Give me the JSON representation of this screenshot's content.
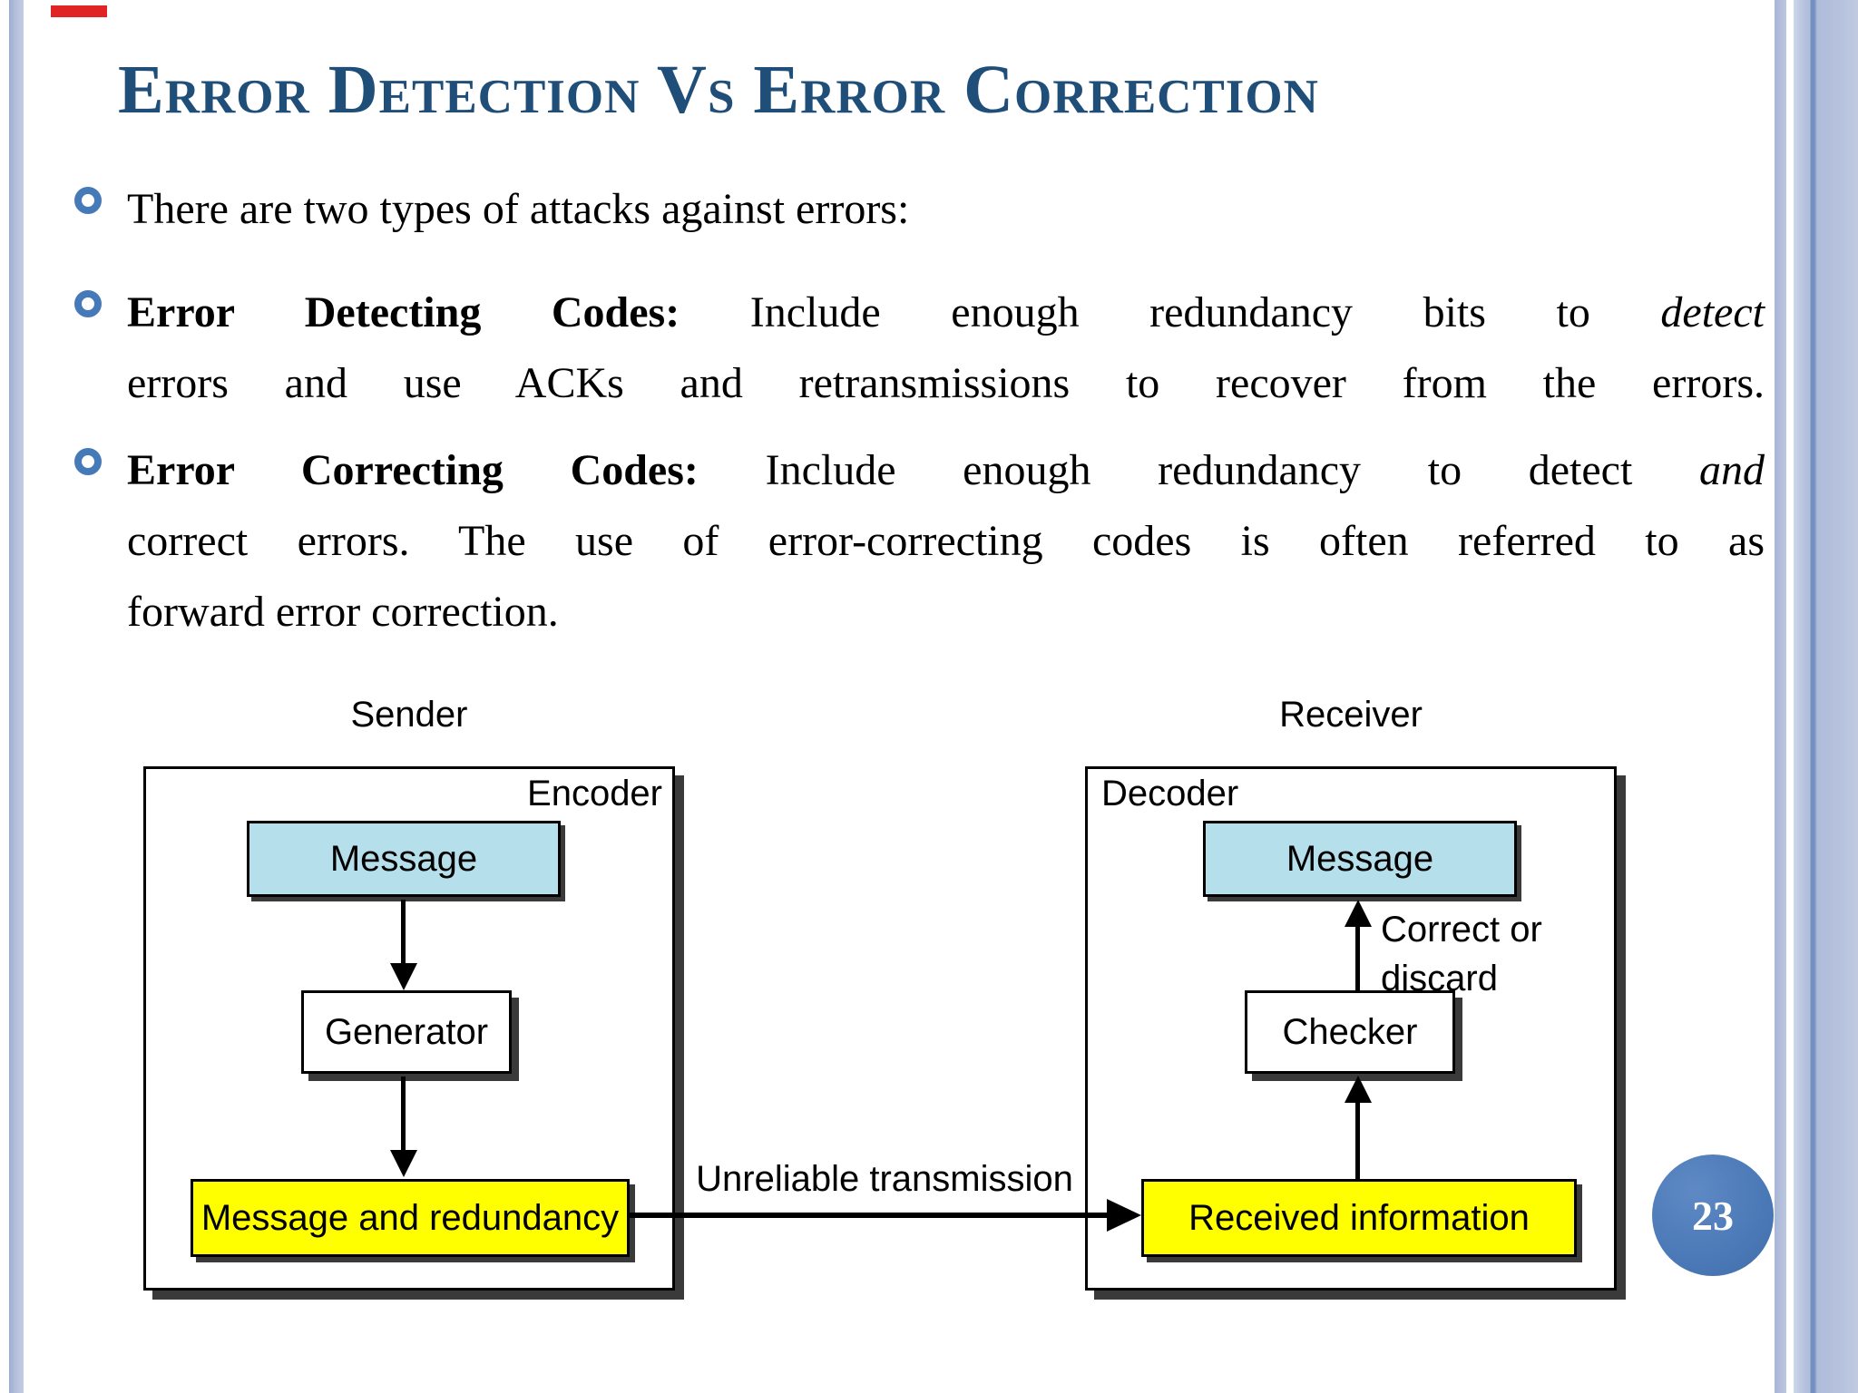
{
  "slide": {
    "title": "Error Detection Vs Error Correction",
    "page_number": "23",
    "accent_colors": {
      "title_text": "#1f4e79",
      "bullet_ring": "#4579b8",
      "page_circle": "#4b79b7",
      "side_bars": "#aebad8",
      "top_accent": "#e02424"
    }
  },
  "bullets": {
    "b1": "There are two types of attacks against errors:",
    "b2": {
      "lead": "Error Detecting Codes:",
      "line1_text": " Include enough redundancy bits to ",
      "line1_emph": "detect",
      "line2": "errors and use ACKs and retransmissions to recover from the errors."
    },
    "b3": {
      "lead": "Error Correcting Codes:",
      "line1_text": " Include enough redundancy to detect ",
      "line1_emph": "and",
      "line2": "correct errors. The use of error-correcting codes is often referred to as",
      "line3": "forward error correction."
    }
  },
  "diagram": {
    "sender_title": "Sender",
    "receiver_title": "Receiver",
    "encoder_label": "Encoder",
    "decoder_label": "Decoder",
    "sender_message_box": "Message",
    "receiver_message_box": "Message",
    "generator_box": "Generator",
    "checker_box": "Checker",
    "sender_payload_box": "Message and redundancy",
    "receiver_payload_box": "Received information",
    "channel_label": "Unreliable transmission",
    "checker_note_line1": "Correct or",
    "checker_note_line2": "discard",
    "fill_colors": {
      "message_fill": "#b5dfeb",
      "payload_fill": "#ffff00",
      "box_shadow": "#3a3a3a"
    }
  }
}
